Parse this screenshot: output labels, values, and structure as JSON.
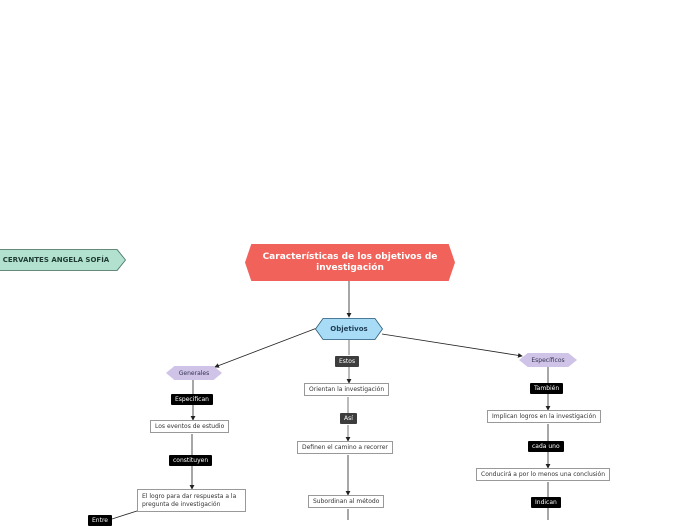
{
  "author": {
    "name": "CERVANTES ANGELA SOFÍA"
  },
  "root": {
    "title": "Características de los objetivos de investigación"
  },
  "objetivos": {
    "label": "Objetivos"
  },
  "generales": {
    "label": "Generales",
    "connector_1": "Especifican",
    "node_1": "Los eventos de estudio",
    "connector_2": "constituyen",
    "node_2": "El logro para dar respuesta a la pregunta de investigación",
    "connector_3": "Entre"
  },
  "centro": {
    "connector_1": "Estos",
    "node_1": "Orientan la investigación",
    "connector_2": "Así",
    "node_2": "Definen el camino a recorrer",
    "node_3": "Subordinan al método"
  },
  "especificos": {
    "label": "Específicos",
    "connector_1": "También",
    "node_1": "Implican logros en la investigación",
    "connector_2": "cada uno",
    "node_2": "Conducirá a por lo menos una conclusión",
    "connector_3": "Indican"
  },
  "colors": {
    "root": "#f0625a",
    "objetivos": "#a8dcf6",
    "subtopic": "#cfc3e8",
    "author": "#b2e2cf",
    "connector": "#000000"
  }
}
